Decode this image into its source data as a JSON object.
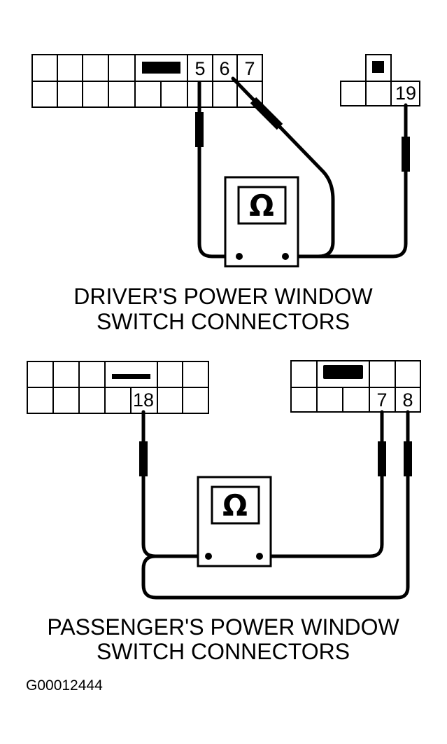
{
  "diagram": {
    "driver": {
      "caption_line1": "DRIVER'S POWER WINDOW",
      "caption_line2": "SWITCH CONNECTORS",
      "main_connector_pins": [
        "5",
        "6",
        "7"
      ],
      "small_connector_pin": "19",
      "meter_symbol": "Ω"
    },
    "passenger": {
      "caption_line1": "PASSENGER'S POWER WINDOW",
      "caption_line2": "SWITCH CONNECTORS",
      "left_connector_pin": "18",
      "right_connector_pins": [
        "7",
        "8"
      ],
      "meter_symbol": "Ω"
    },
    "figure_id": "G00012444"
  }
}
